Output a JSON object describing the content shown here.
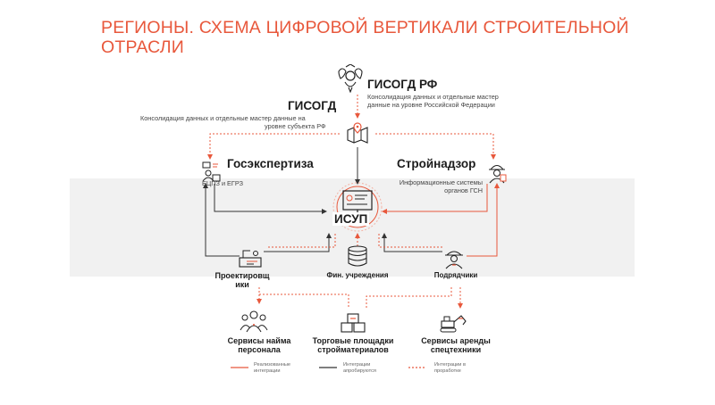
{
  "title_line1": "РЕГИОНЫ. СХЕМА ЦИФРОВОЙ ВЕРТИКАЛИ СТРОИТЕЛЬНОЙ",
  "title_line2": "ОТРАСЛИ",
  "nodes": {
    "gisogd_rf": {
      "title": "ГИСОГД РФ",
      "desc_line1": "Консолидация данных и отдельные мастер",
      "desc_line2": "данные на уровне Российской Федерации"
    },
    "gisogd": {
      "title": "ГИСОГД",
      "desc_line1": "Консолидация данных и отдельные мастер данные на",
      "desc_line2": "уровне субъекта РФ"
    },
    "gosexpertiza": {
      "title": "Госэкспертиза",
      "desc": "ЕЦПЗ и ЕГРЗ"
    },
    "stroinadzor": {
      "title": "Стройнадзор",
      "desc_line1": "Информационные системы",
      "desc_line2": "органов ГСН"
    },
    "isup": {
      "title": "ИСУП"
    },
    "proektirovshchiki": {
      "line1": "Проектировщ",
      "line2": "ики"
    },
    "fin": {
      "title": "Фин. учреждения"
    },
    "podryadchiki": {
      "title": "Подрядчики"
    },
    "servisy_nayma": {
      "line1": "Сервисы найма",
      "line2": "персонала"
    },
    "torgovye": {
      "line1": "Торговые площадки",
      "line2": "стройматериалов"
    },
    "servisy_arendy": {
      "line1": "Сервисы аренды",
      "line2": "спецтехники"
    }
  },
  "legend": {
    "realized_line1": "Реализованные",
    "realized_line2": "интеграции",
    "approbation_line1": "Интеграции",
    "approbation_line2": "апробируются",
    "development_line1": "Интеграции в",
    "development_line2": "проработке"
  },
  "colors": {
    "accent": "#e8583c",
    "dark": "#333333",
    "dotted": "#e8583c",
    "band": "#f1f1f1"
  }
}
